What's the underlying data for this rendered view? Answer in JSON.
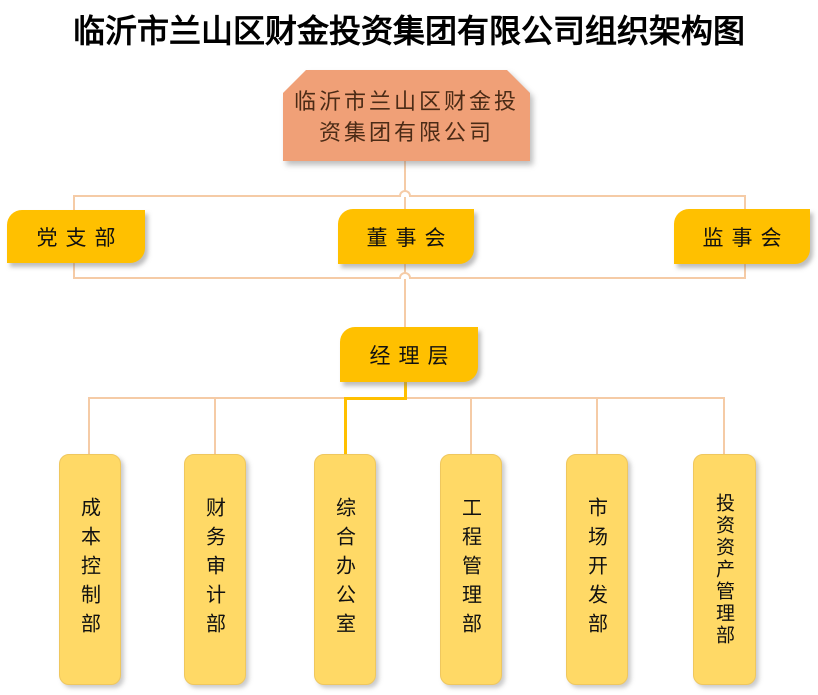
{
  "page_title": "临沂市兰山区财金投资集团有限公司组织架构图",
  "org": {
    "root": {
      "name": "临沂市兰山区财金投资集团有限公司",
      "line1": "临沂市兰山区财金投",
      "line2": "资集团有限公司"
    },
    "level2": [
      {
        "label": "党支部"
      },
      {
        "label": "董事会"
      },
      {
        "label": "监事会"
      }
    ],
    "management": {
      "label": "经理层"
    },
    "departments": [
      {
        "label": "成本控制部"
      },
      {
        "label": "财务审计部"
      },
      {
        "label": "综合办公室"
      },
      {
        "label": "工程管理部"
      },
      {
        "label": "市场开发部"
      },
      {
        "label": "投资资产管理部"
      }
    ],
    "colors": {
      "root_fill": "#F0A077",
      "node_fill": "#FFC000",
      "dept_fill": "#FFD966",
      "connector": "#F5CBA6",
      "highlight_connector": "#FFC000",
      "title_text": "#000000",
      "root_text": "#4B2B16"
    }
  }
}
